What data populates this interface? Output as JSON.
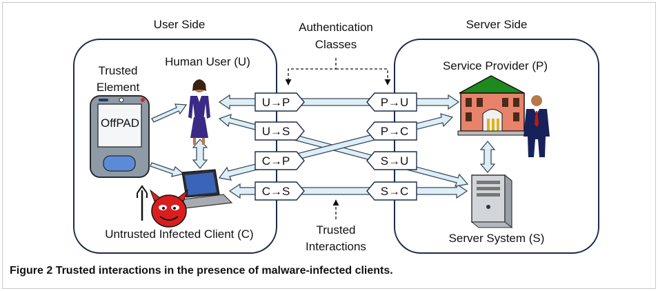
{
  "labels": {
    "user_side": "User Side",
    "server_side": "Server Side",
    "auth_classes_line1": "Authentication",
    "auth_classes_line2": "Classes",
    "trusted_interactions_line1": "Trusted",
    "trusted_interactions_line2": "Interactions",
    "human_user": "Human User (U)",
    "trusted_element_line1": "Trusted",
    "trusted_element_line2": "Element",
    "offpad": "OffPAD",
    "service_provider": "Service Provider (P)",
    "untrusted_client": "Untrusted Infected Client (C)",
    "server_system": "Server System (S)"
  },
  "auth_tags": {
    "left": [
      "U→P",
      "U→S",
      "C→P",
      "C→S"
    ],
    "right": [
      "P→U",
      "P→C",
      "S→U",
      "S→C"
    ]
  },
  "caption": {
    "figure_label": "Figure 2",
    "text": "Trusted interactions in the presence of malware-infected clients."
  },
  "colors": {
    "arrow_fill": "#ddeef6",
    "tag_fill": "#ffffff",
    "building": "#e8826a",
    "roof": "#1e8a1e",
    "person_suit": "#3a2a86",
    "devil": "#d81e1e"
  },
  "icons": [
    "offpad-device-icon",
    "human-user-icon",
    "laptop-icon",
    "devil-icon",
    "building-icon",
    "businessman-icon",
    "server-tower-icon"
  ]
}
